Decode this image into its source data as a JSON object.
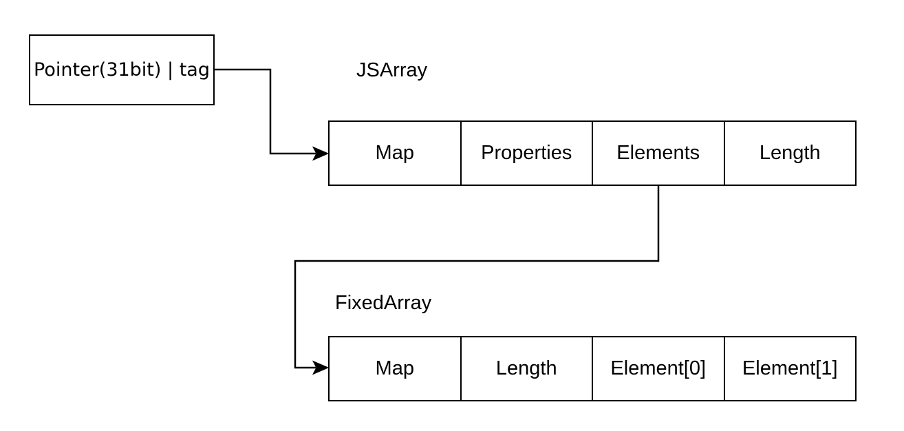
{
  "canvas": {
    "background_color": "#ffffff",
    "line_color": "#000000"
  },
  "pointer_box": {
    "label": "Pointer(31bit) | tag"
  },
  "jsarray": {
    "title": "JSArray",
    "cells": [
      "Map",
      "Properties",
      "Elements",
      "Length"
    ]
  },
  "fixedarray": {
    "title": "FixedArray",
    "cells": [
      "Map",
      "Length",
      "Element[0]",
      "Element[1]"
    ]
  }
}
